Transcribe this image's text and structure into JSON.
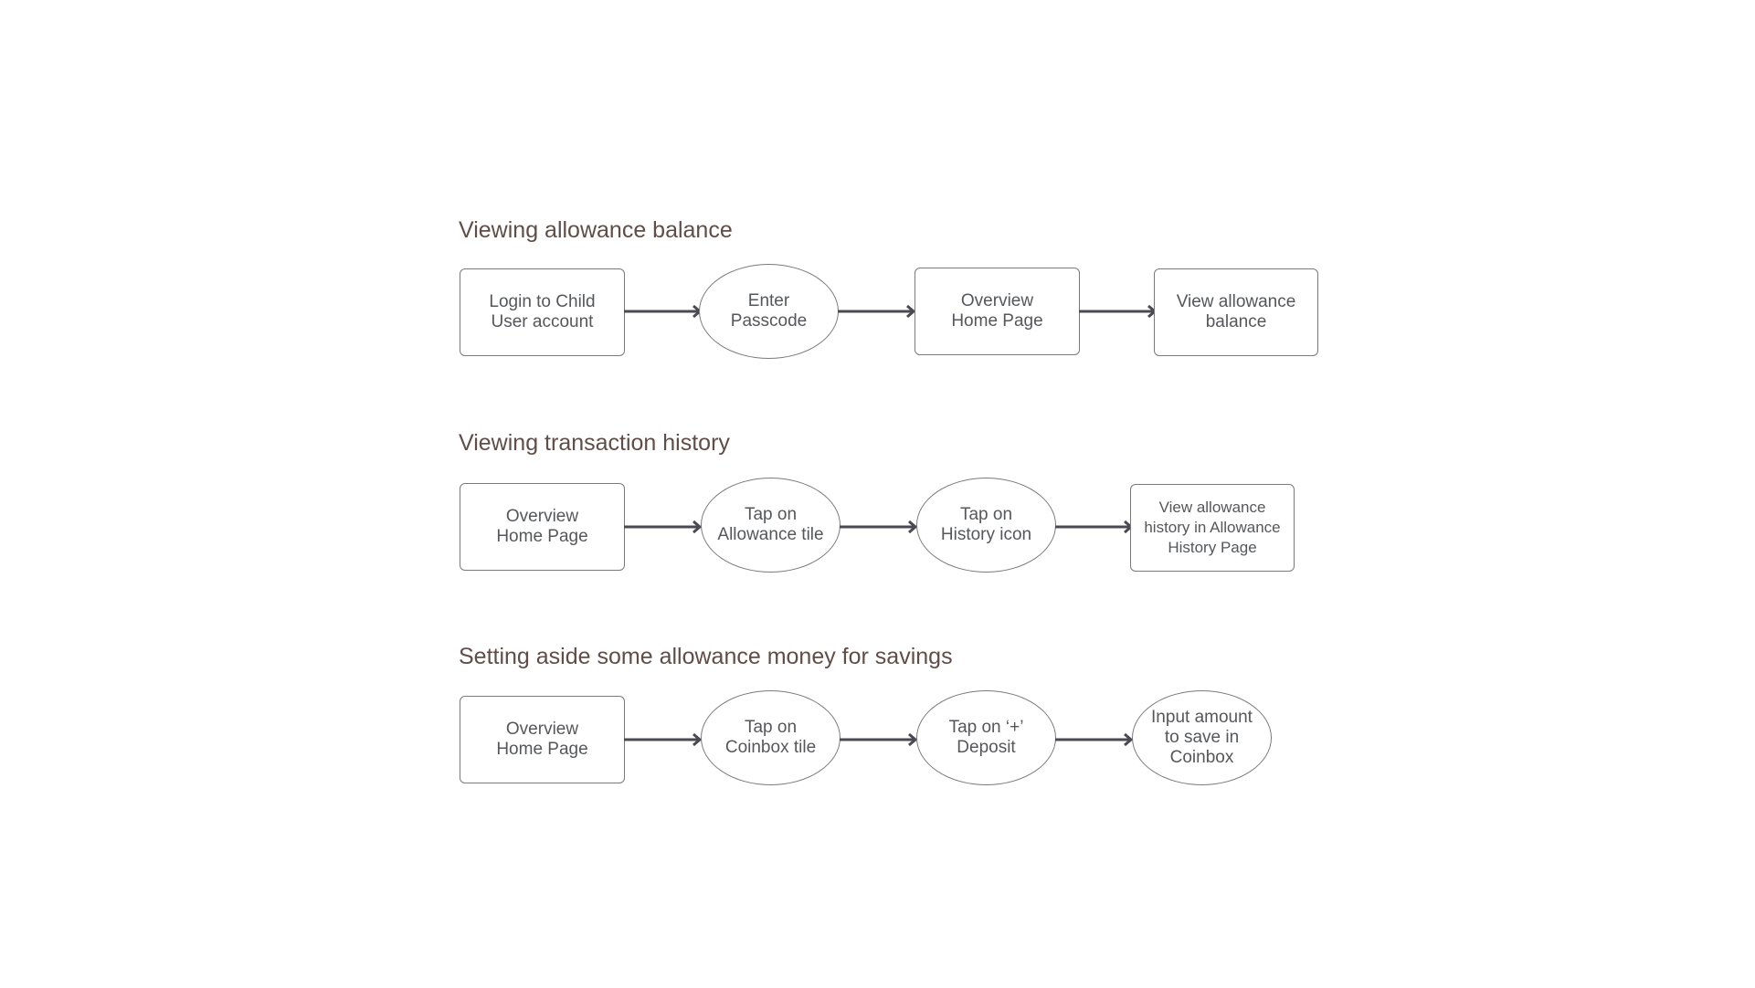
{
  "flows": [
    {
      "title": "Viewing allowance balance",
      "steps": [
        {
          "label": "Login to Child\nUser account",
          "shape": "rectangle"
        },
        {
          "label": "Enter\nPasscode",
          "shape": "ellipse"
        },
        {
          "label": "Overview\nHome Page",
          "shape": "rectangle"
        },
        {
          "label": "View allowance\nbalance",
          "shape": "rectangle"
        }
      ]
    },
    {
      "title": "Viewing transaction history",
      "steps": [
        {
          "label": "Overview\nHome Page",
          "shape": "rectangle"
        },
        {
          "label": "Tap on\nAllowance tile",
          "shape": "ellipse"
        },
        {
          "label": "Tap on\nHistory icon",
          "shape": "ellipse"
        },
        {
          "label": "View allowance\nhistory in Allowance\nHistory Page",
          "shape": "rectangle"
        }
      ]
    },
    {
      "title": "Setting aside some allowance money for savings",
      "steps": [
        {
          "label": "Overview\nHome Page",
          "shape": "rectangle"
        },
        {
          "label": "Tap on\nCoinbox tile",
          "shape": "ellipse"
        },
        {
          "label": "Tap on ‘+’\nDeposit",
          "shape": "ellipse"
        },
        {
          "label": "Input amount\nto save in\nCoinbox",
          "shape": "ellipse"
        }
      ]
    }
  ],
  "colors": {
    "title": "#614d47",
    "node_text": "#55575a",
    "node_border": "#7a7a7a",
    "arrow": "#4a4a52"
  }
}
